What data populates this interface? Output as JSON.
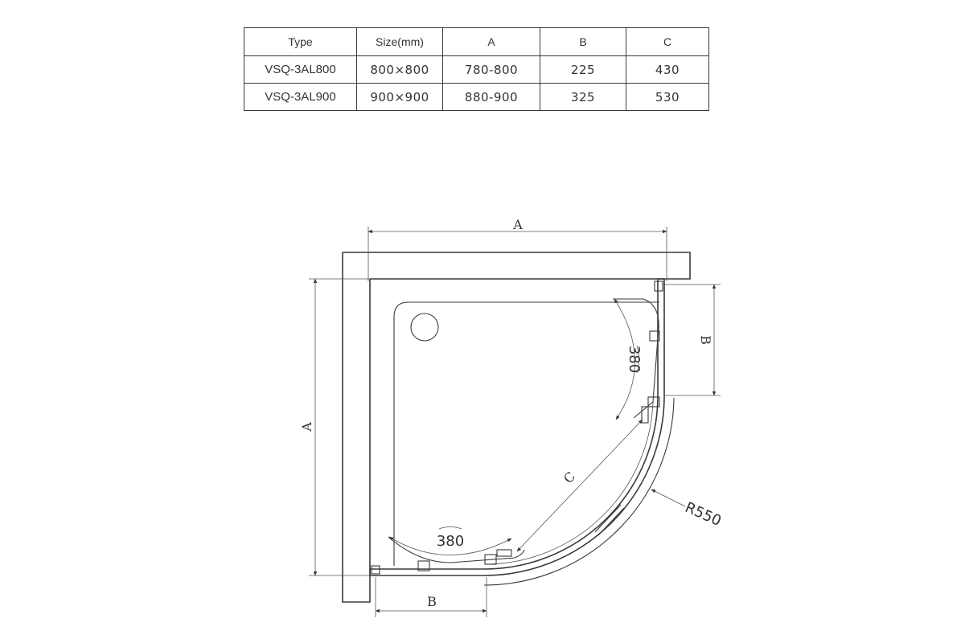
{
  "table": {
    "headers": [
      "Type",
      "Size(mm)",
      "A",
      "B",
      "C"
    ],
    "rows": [
      [
        "VSQ-3AL800",
        "800×800",
        "780-800",
        "225",
        "430"
      ],
      [
        "VSQ-3AL900",
        "900×900",
        "880-900",
        "325",
        "530"
      ]
    ]
  },
  "diagram": {
    "label_a_top": "A",
    "label_a_left": "A",
    "label_b_right": "B",
    "label_b_bottom": "B",
    "label_c": "C",
    "label_door_right": "380",
    "label_door_bottom": "380",
    "label_radius": "R550"
  },
  "colors": {
    "line": "#3a3a3a",
    "text": "#333333",
    "background": "#ffffff"
  }
}
